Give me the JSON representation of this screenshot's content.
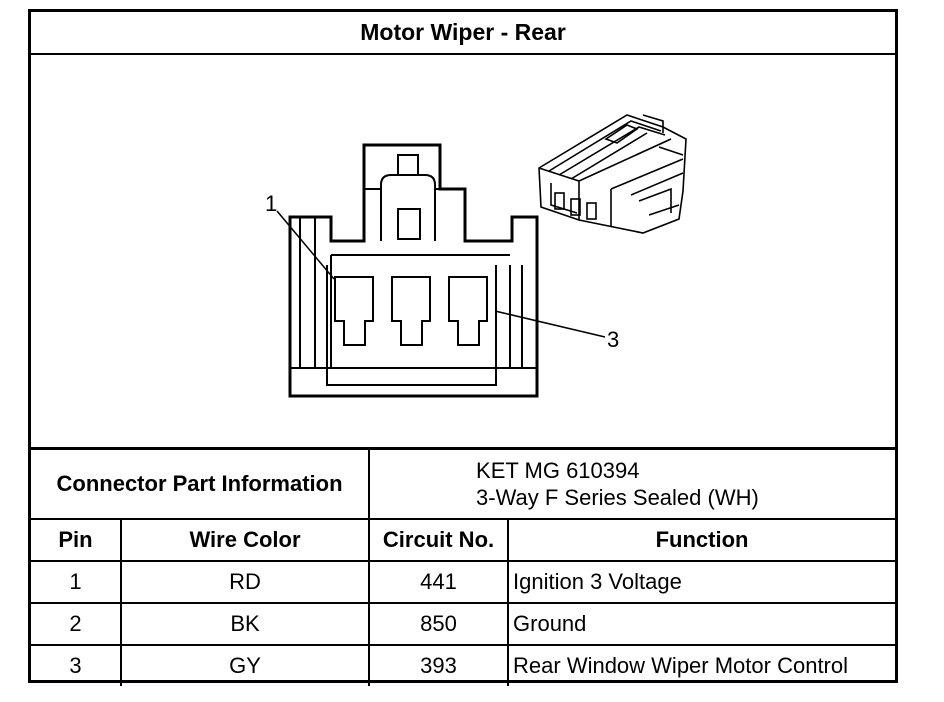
{
  "title": "Motor Wiper - Rear",
  "diagram": {
    "pin_labels": [
      "1",
      "3"
    ]
  },
  "part_info": {
    "label": "Connector Part Information",
    "lines": [
      "KET MG 610394",
      "3-Way F Series Sealed (WH)"
    ]
  },
  "table": {
    "headers": [
      "Pin",
      "Wire Color",
      "Circuit No.",
      "Function"
    ],
    "rows": [
      [
        "1",
        "RD",
        "441",
        "Ignition 3 Voltage"
      ],
      [
        "2",
        "BK",
        "850",
        "Ground"
      ],
      [
        "3",
        "GY",
        "393",
        "Rear Window Wiper Motor Control"
      ]
    ]
  }
}
